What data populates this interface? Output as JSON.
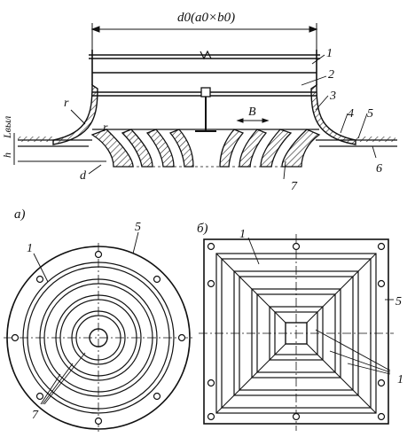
{
  "top_view": {
    "dimension_label": "d0(a0×b0)",
    "refs": [
      "1",
      "2",
      "3",
      "4",
      "5",
      "6",
      "7"
    ],
    "symbols": {
      "radius": "r",
      "gap": "B",
      "diameter": "d",
      "height": "h",
      "length": "Lвыл"
    }
  },
  "view_a": {
    "caption": "а)",
    "refs": [
      "1",
      "5",
      "7"
    ]
  },
  "view_b": {
    "caption": "б)",
    "refs": [
      "1",
      "5",
      "1"
    ]
  }
}
